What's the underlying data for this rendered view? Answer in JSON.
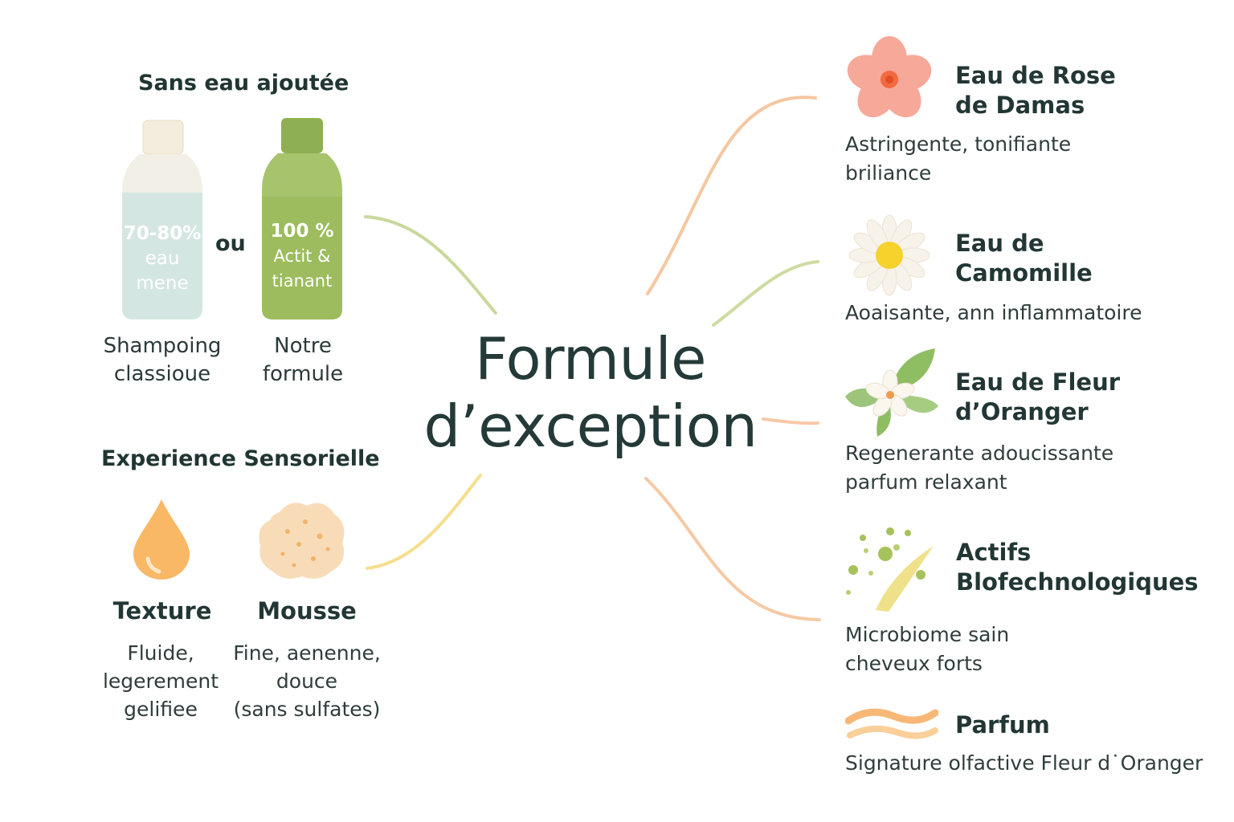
{
  "center": {
    "line1": "Formule",
    "line2": "d’exception"
  },
  "water_section": {
    "heading": "Sans eau ajoutée",
    "or_label": "ou",
    "classic_bottle": {
      "line1": "70-80%",
      "line2": "eau",
      "line3": "mene",
      "caption_line1": "Shampoing",
      "caption_line2": "classioue"
    },
    "our_bottle": {
      "line1": "100 %",
      "line2": "Actit &",
      "line3": "tianant",
      "caption_line1": "Notre",
      "caption_line2": "formule"
    }
  },
  "sensory_section": {
    "heading": "Experience Sensorielle",
    "texture": {
      "title": "Texture",
      "line1": "Fluide,",
      "line2": "legerement",
      "line3": "gelifiee"
    },
    "mousse": {
      "title": "Mousse",
      "line1": "Fine, aenenne,",
      "line2": "douce",
      "line3": "(sans sulfates)"
    }
  },
  "ingredients": [
    {
      "title_line1": "Eau de Rose",
      "title_line2": "de Damas",
      "desc_line1": "Astringente, tonifiante",
      "desc_line2": "briliance",
      "icon": "rose-flower-icon"
    },
    {
      "title_line1": "Eau de",
      "title_line2": "Camomille",
      "desc_line1": "Aoaisante, ann  inflammatoire",
      "desc_line2": "",
      "icon": "chamomile-icon"
    },
    {
      "title_line1": "Eau de Fleur",
      "title_line2": "d’Oranger",
      "desc_line1": "Regenerante  adoucissante",
      "desc_line2": "parfum relaxant",
      "icon": "orange-blossom-icon"
    },
    {
      "title_line1": "Actifs",
      "title_line2": "Blofechnologiques",
      "desc_line1": "Microbiome sain",
      "desc_line2": "cheveux forts",
      "icon": "biotech-particles-icon"
    },
    {
      "title_line1": "Parfum",
      "title_line2": "",
      "desc_line1": "Signature olfactive Fleur d˙Oranger",
      "desc_line2": "",
      "icon": "fragrance-wave-icon"
    }
  ],
  "colors": {
    "classic_bottle": "#d7e8e3",
    "our_bottle": "#9fbe63",
    "rose": "#f6a999",
    "chamomile_center": "#f5d22c",
    "leaf": "#9cc07a",
    "connector_orange": "#f5c7a0",
    "connector_green": "#c9d89c",
    "connector_yellow": "#f6de8e",
    "droplet": "#f8b866",
    "foam": "#f8dcb8"
  }
}
